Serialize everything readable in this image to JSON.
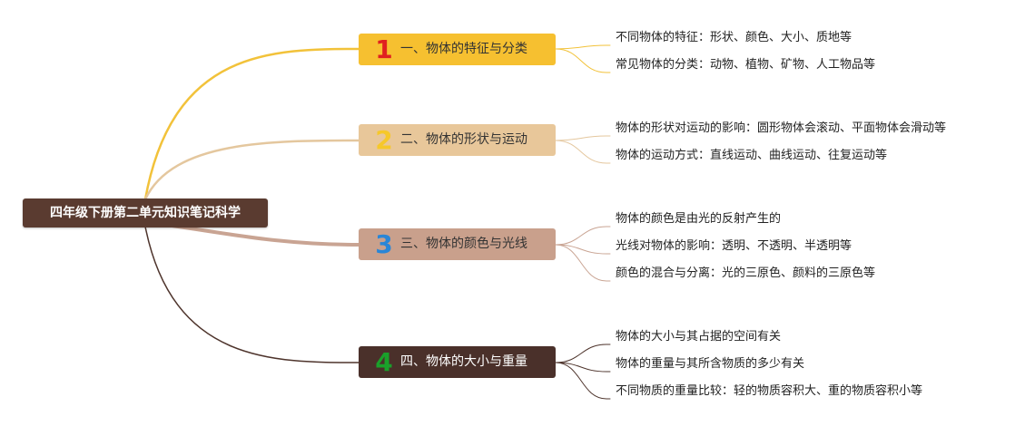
{
  "root": {
    "label": "四年级下册第二单元知识笔记科学"
  },
  "branches": [
    {
      "number": "1",
      "label": "一、物体的特征与分类",
      "colors": {
        "box": "#f6c030",
        "number": "#e02020",
        "line": "#f2c23a"
      },
      "leaves": [
        "不同物体的特征：形状、颜色、大小、质地等",
        "常见物体的分类：动物、植物、矿物、人工物品等"
      ]
    },
    {
      "number": "2",
      "label": "二、物体的形状与运动",
      "colors": {
        "box": "#e8c79a",
        "number": "#f6c82a",
        "line": "#e4c79e"
      },
      "leaves": [
        "物体的形状对运动的影响：圆形物体会滚动、平面物体会滑动等",
        "物体的运动方式：直线运动、曲线运动、往复运动等"
      ]
    },
    {
      "number": "3",
      "label": "三、物体的颜色与光线",
      "colors": {
        "box": "#c9a08c",
        "number": "#2a86d6",
        "line": "#c9a493"
      },
      "leaves": [
        "物体的颜色是由光的反射产生的",
        "光线对物体的影响：透明、不透明、半透明等",
        "颜色的混合与分离：光的三原色、颜料的三原色等"
      ]
    },
    {
      "number": "4",
      "label": "四、物体的大小与重量",
      "colors": {
        "box": "#4a302a",
        "number": "#1aa02a",
        "line": "#4e342c"
      },
      "leaves": [
        "物体的大小与其占据的空间有关",
        "物体的重量与其所含物质的多少有关",
        "不同物质的重量比较：轻的物质容积大、重的物质容积小等"
      ]
    }
  ]
}
